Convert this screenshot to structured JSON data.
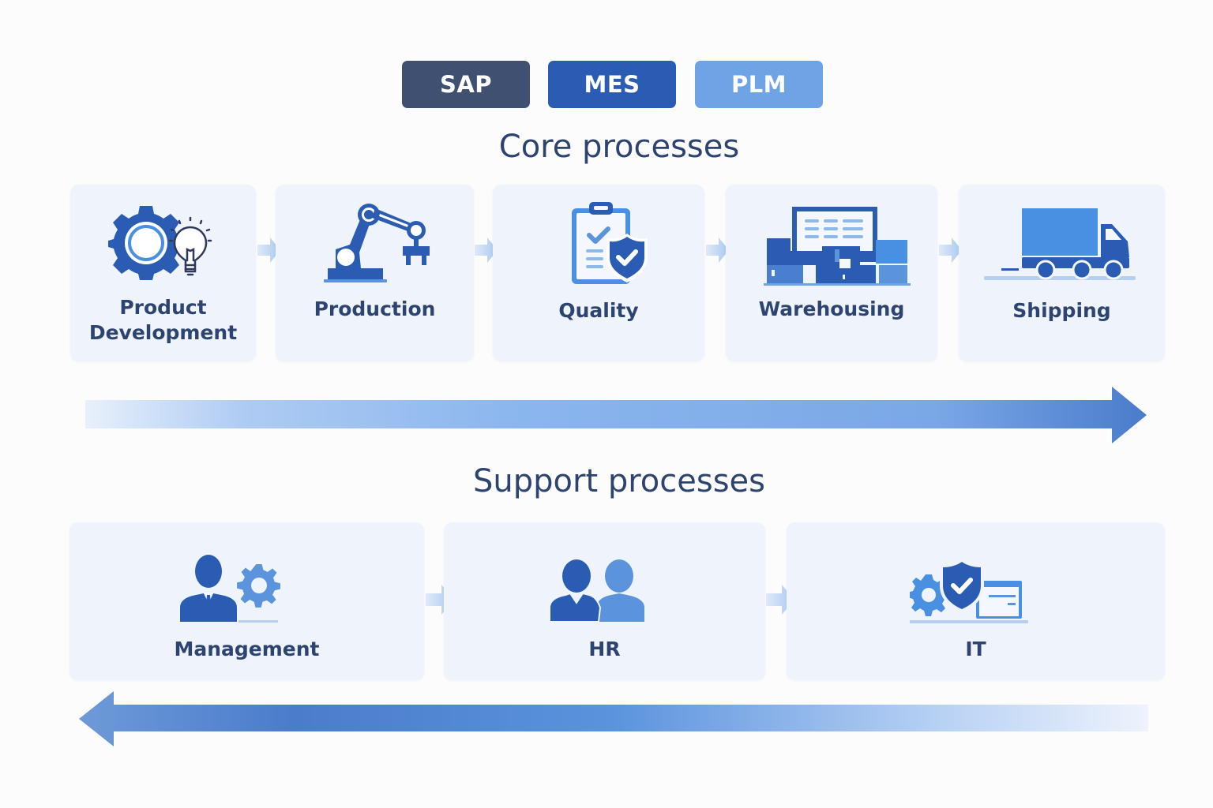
{
  "systems": [
    {
      "label": "SAP",
      "color": "#3f5070"
    },
    {
      "label": "MES",
      "color": "#2b5cb3"
    },
    {
      "label": "PLM",
      "color": "#6ea4e6"
    }
  ],
  "core": {
    "title": "Core processes",
    "steps": [
      {
        "label_line1": "Product",
        "label_line2": "Development",
        "icon": "gear-lightbulb-icon"
      },
      {
        "label_line1": "Production",
        "icon": "robot-arm-icon"
      },
      {
        "label_line1": "Quality",
        "icon": "clipboard-shield-icon"
      },
      {
        "label_line1": "Warehousing",
        "icon": "warehouse-icon"
      },
      {
        "label_line1": "Shipping",
        "icon": "truck-icon"
      }
    ],
    "flow_direction": "left-to-right"
  },
  "support": {
    "title": "Support processes",
    "steps": [
      {
        "label": "Management",
        "icon": "manager-gear-icon"
      },
      {
        "label": "HR",
        "icon": "people-icon"
      },
      {
        "label": "IT",
        "icon": "shield-gear-window-icon"
      }
    ],
    "flow_direction": "right-to-left"
  },
  "colors": {
    "primary": "#2b5cb3",
    "secondary": "#5b93dd",
    "light": "#a9c8f0",
    "text": "#2e4470",
    "card": "#eef3fc"
  }
}
